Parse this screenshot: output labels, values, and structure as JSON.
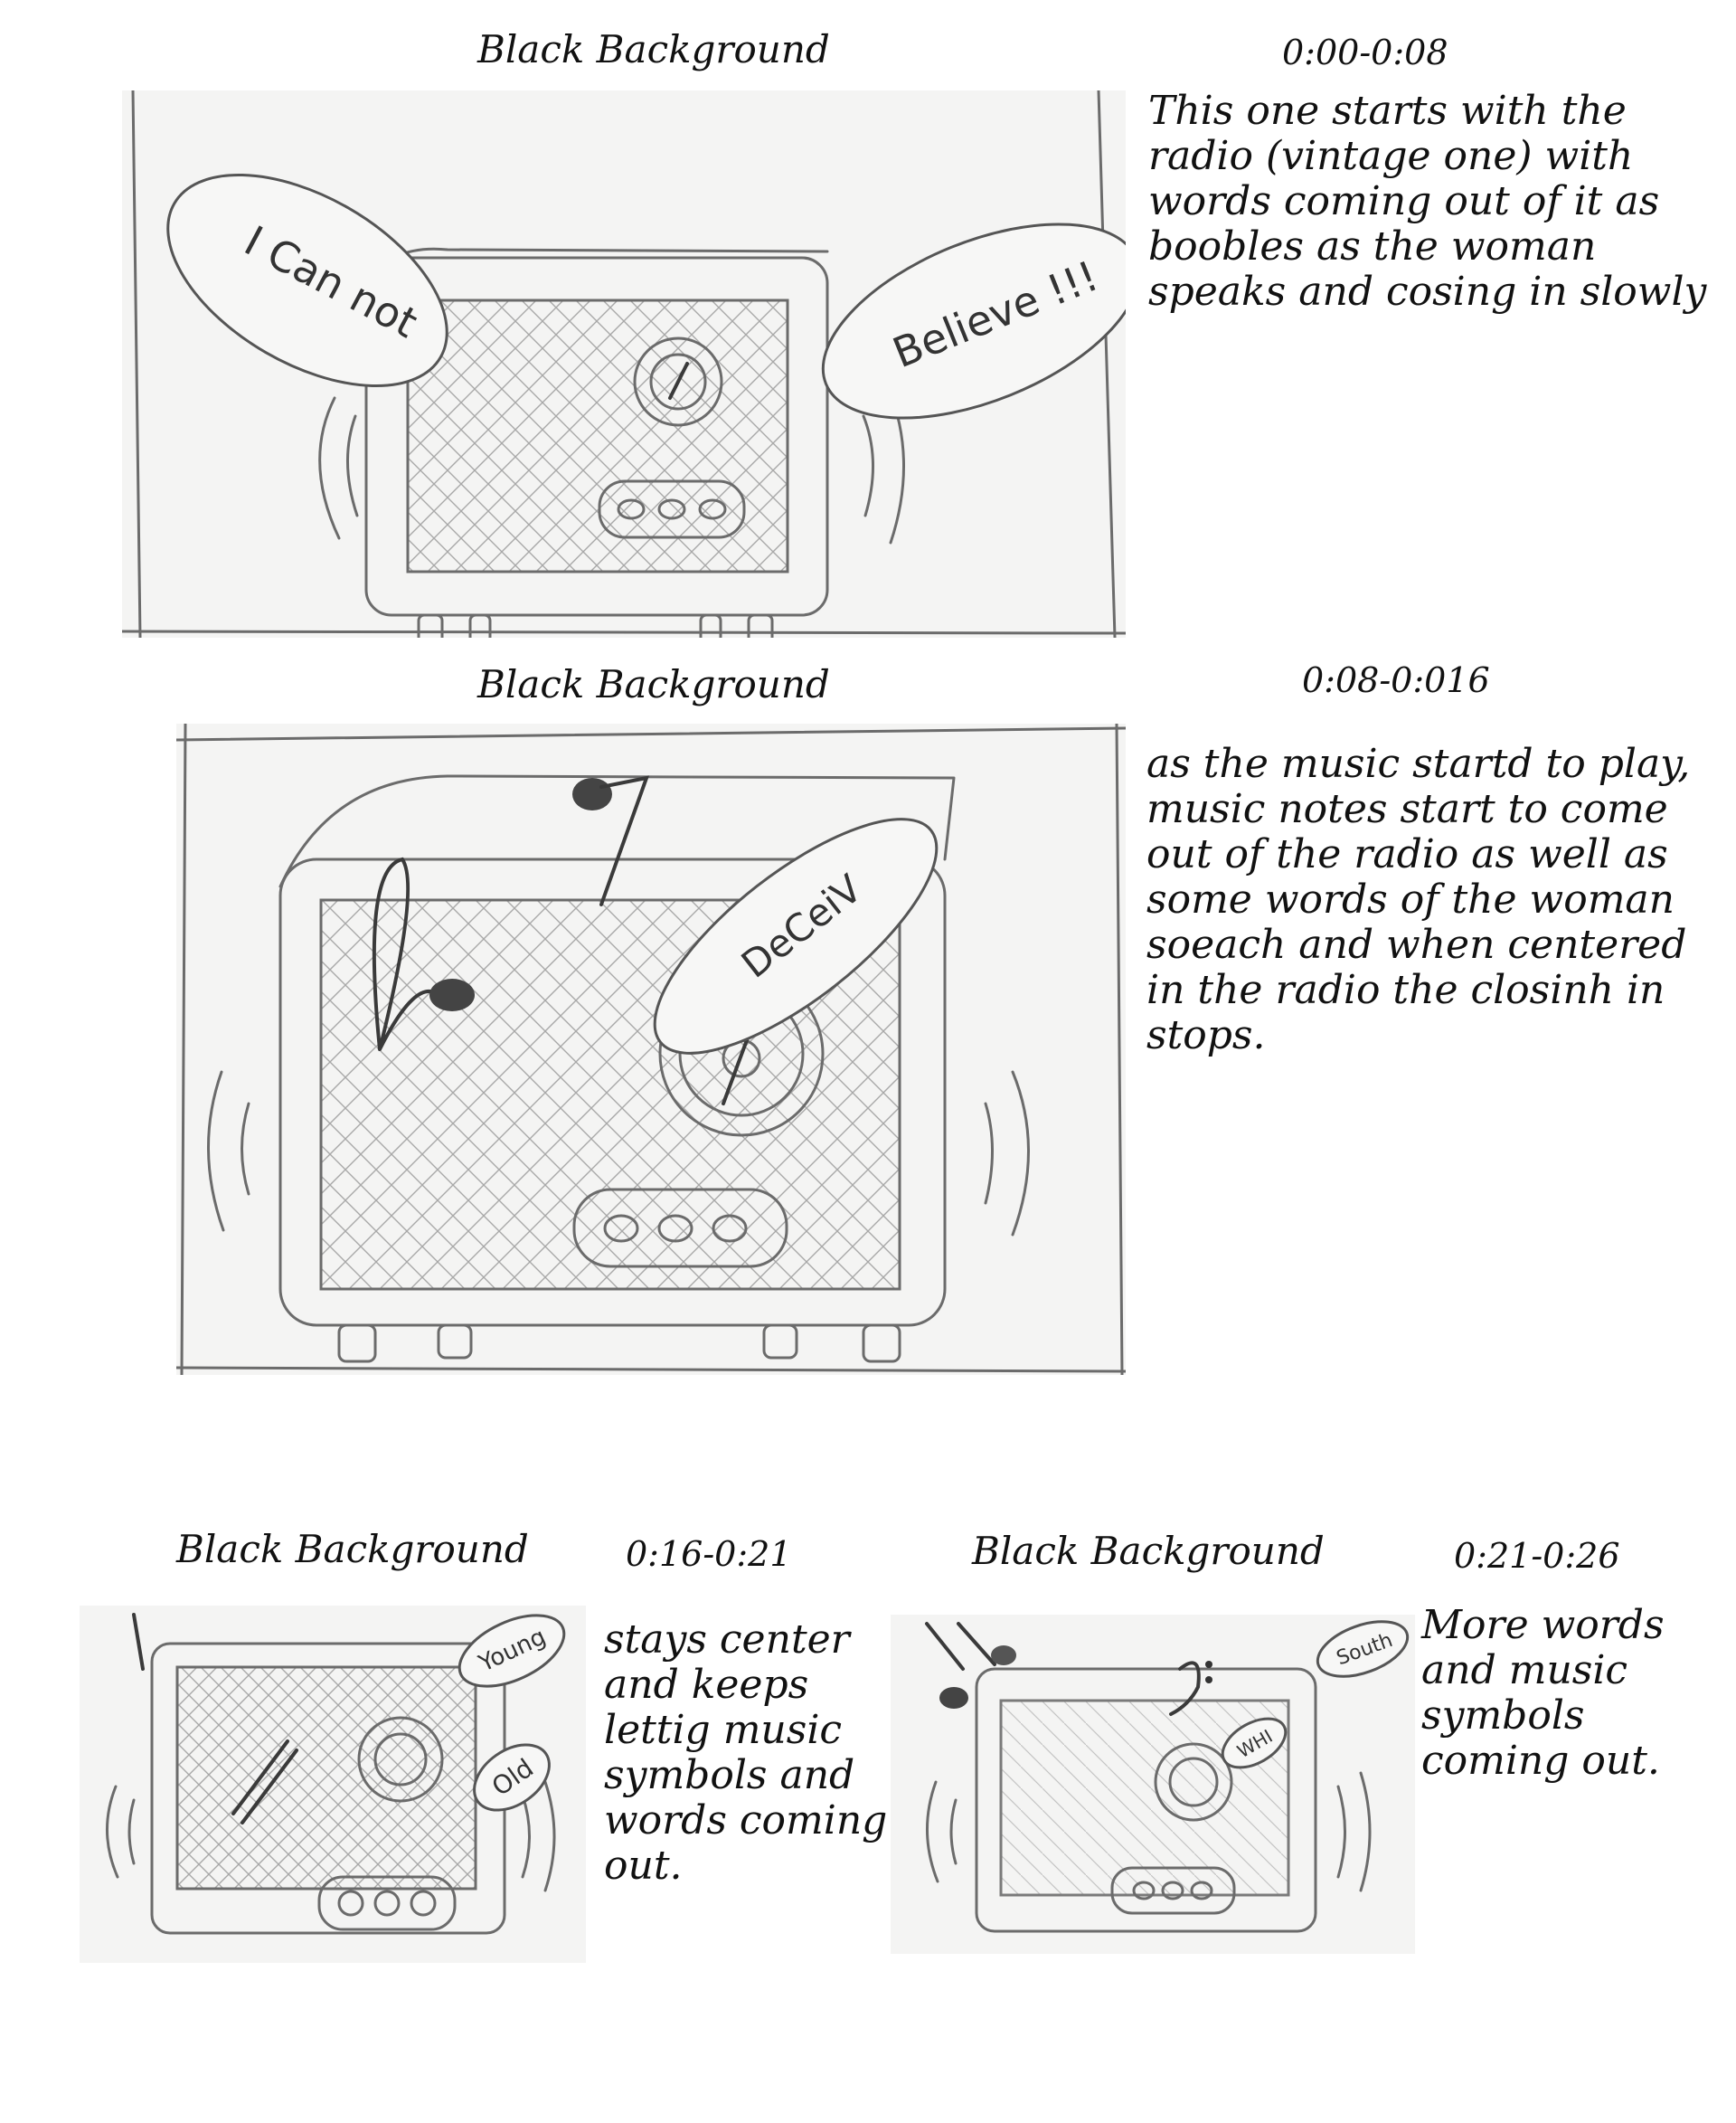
{
  "scenes": [
    {
      "label": "Black Background",
      "time": "0:00-0:08",
      "description": [
        "This one starts with the",
        "radio (vintage one) with",
        "words coming out of it as",
        "boobles as the woman",
        "speaks and cosing in slowly"
      ],
      "bubbles": [
        "I Can not",
        "Believe !!!"
      ]
    },
    {
      "label": "Black Background",
      "time": "0:08-0:016",
      "description": [
        "as the music startd to play,",
        "music notes start to come",
        "out of the radio as well as",
        "some words of the woman",
        "soeach and when centered",
        "in the radio the closinh in",
        "stops."
      ],
      "bubbles": [
        "DeCeiV"
      ]
    },
    {
      "label": "Black Background",
      "time": "0:16-0:21",
      "description": [
        "stays center",
        "and keeps",
        "lettig music",
        "symbols and",
        "words coming",
        "out."
      ],
      "bubbles": [
        "Young",
        "Old"
      ]
    },
    {
      "label": "Black Background",
      "time": "0:21-0:26",
      "description": [
        "More words",
        "and music",
        "symbols",
        "coming out."
      ],
      "bubbles": [
        "South",
        "WHI"
      ]
    }
  ]
}
